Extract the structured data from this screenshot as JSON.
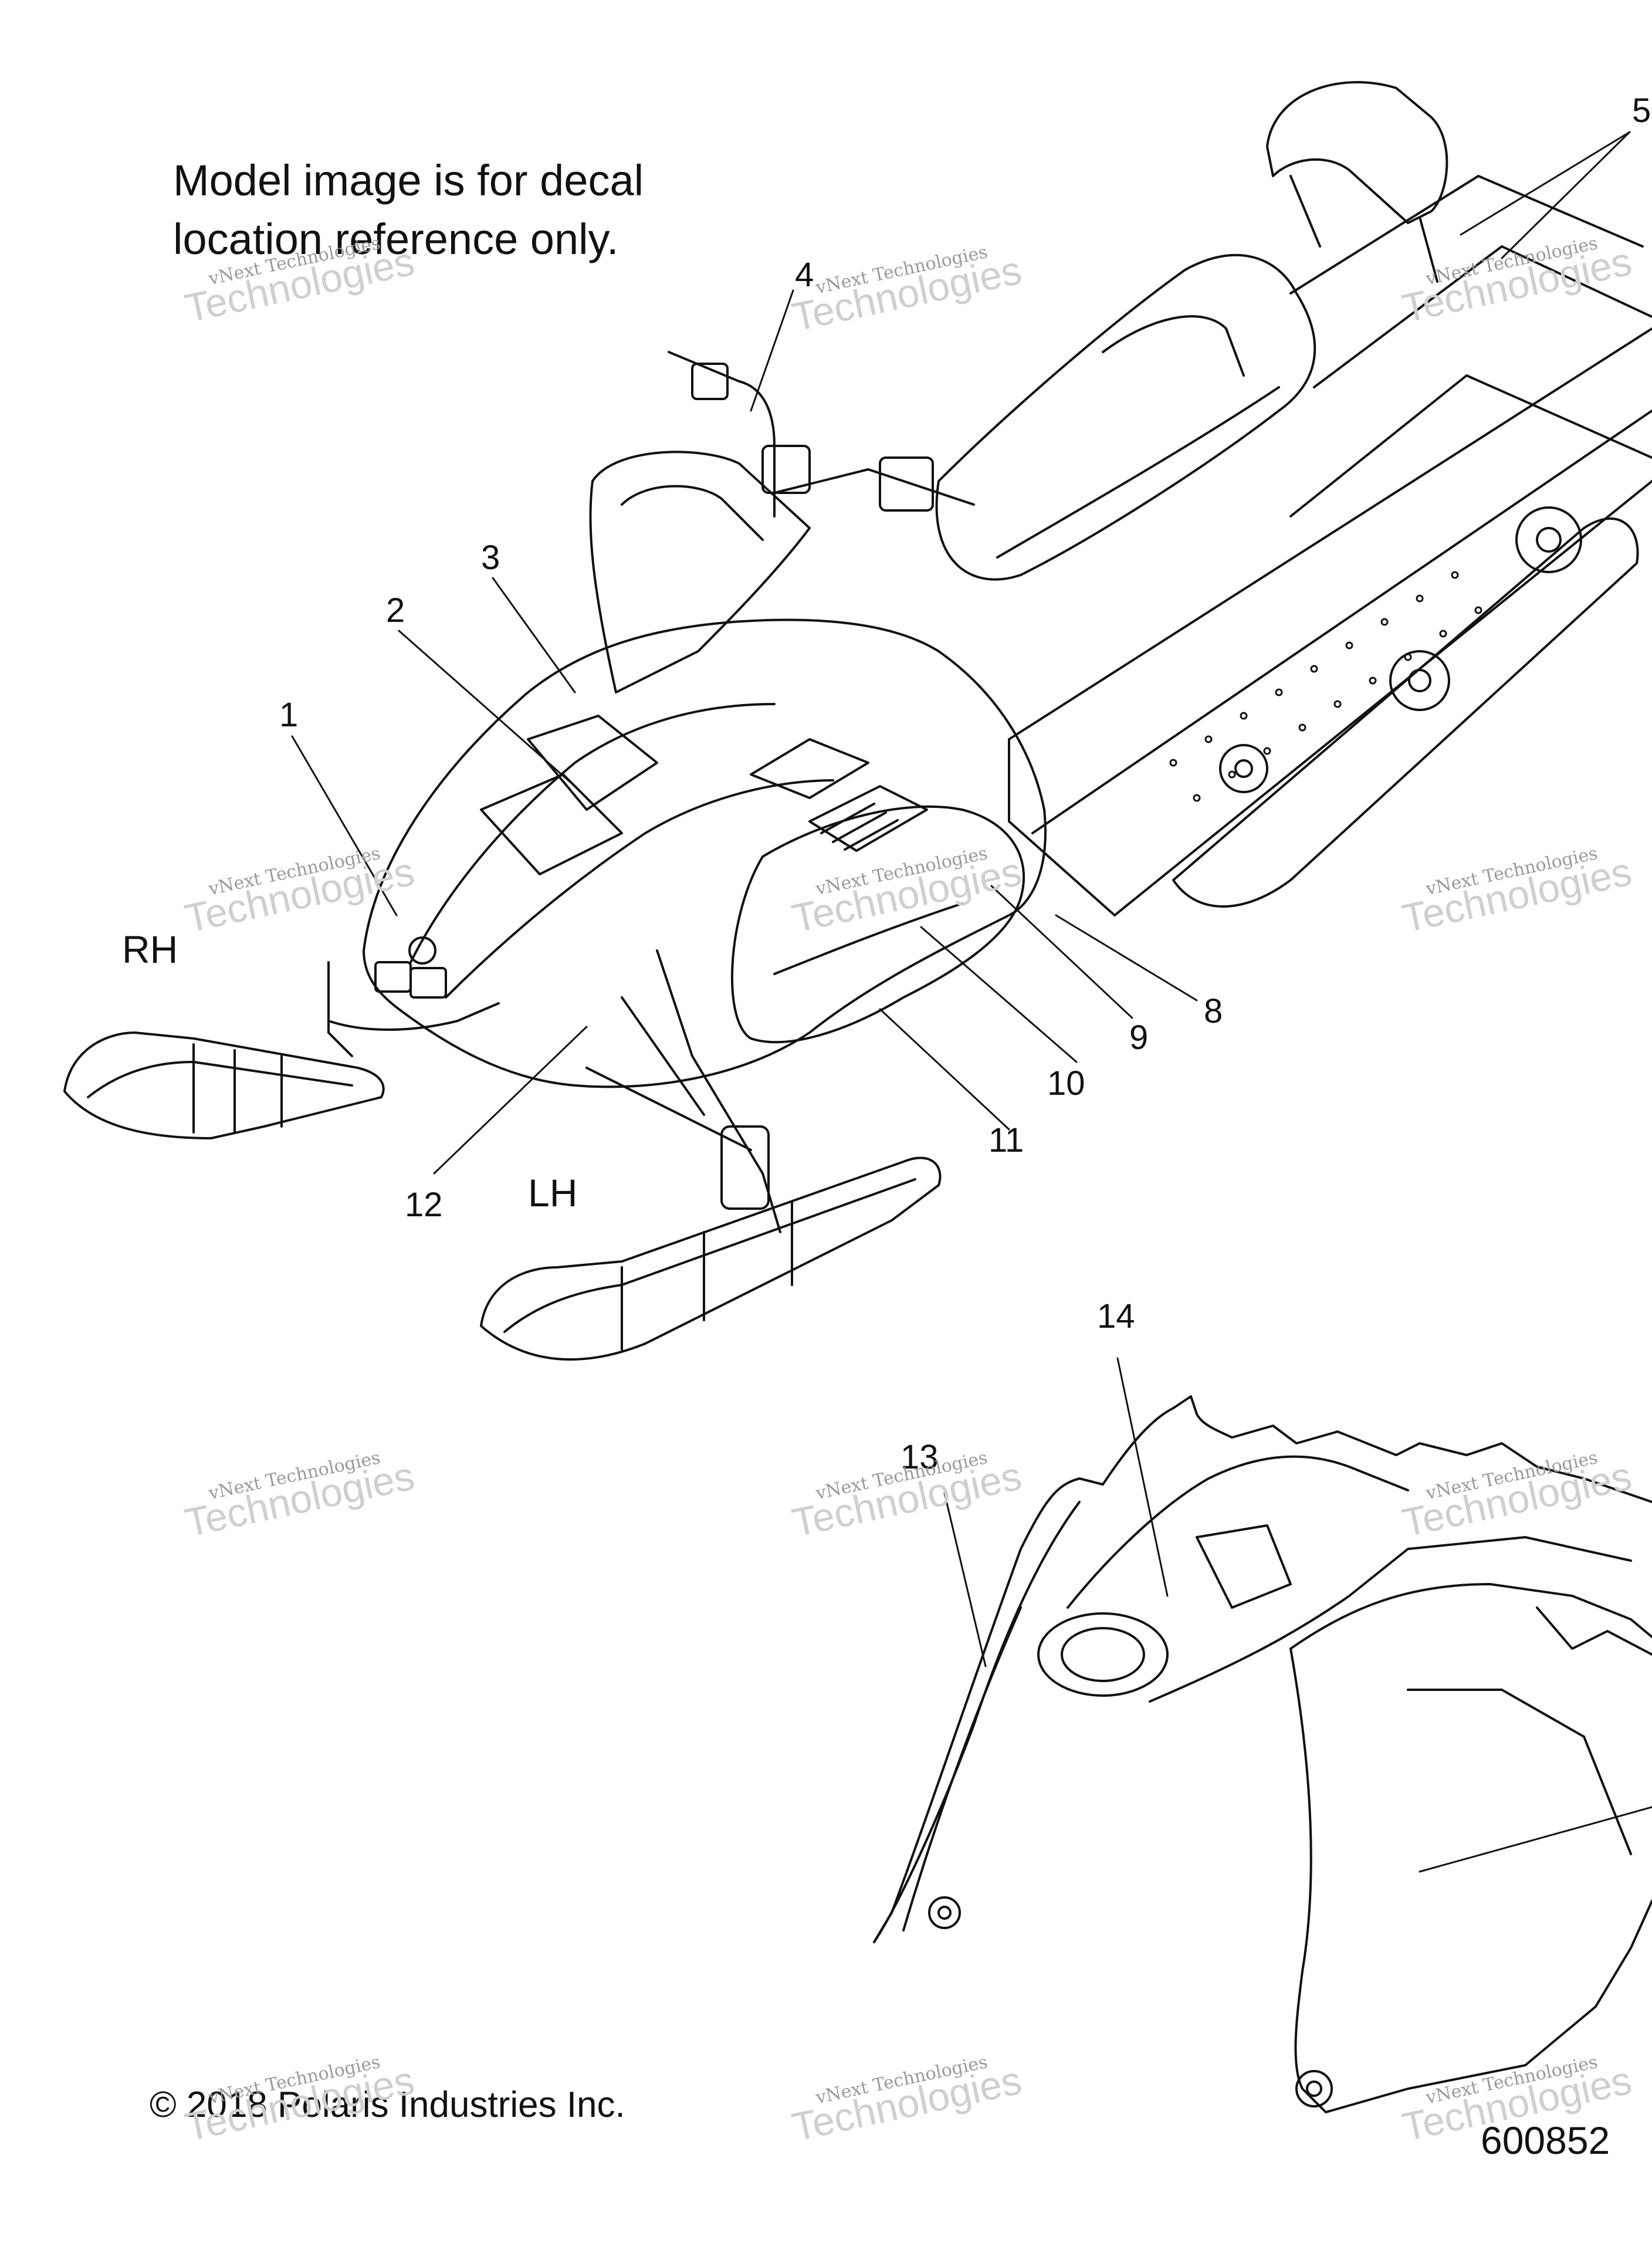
{
  "note": {
    "line1": "Model image is for decal",
    "line2": "location reference only."
  },
  "callouts": [
    "1",
    "2",
    "3",
    "4",
    "5",
    "8",
    "9",
    "10",
    "11",
    "12",
    "13",
    "14"
  ],
  "side_labels": {
    "right": "RH",
    "left": "LH"
  },
  "copyright": "© 2018 Polaris Industries Inc.",
  "document_number": "600852",
  "watermark": {
    "small": "vNext Technologies",
    "big": "Technologies"
  }
}
